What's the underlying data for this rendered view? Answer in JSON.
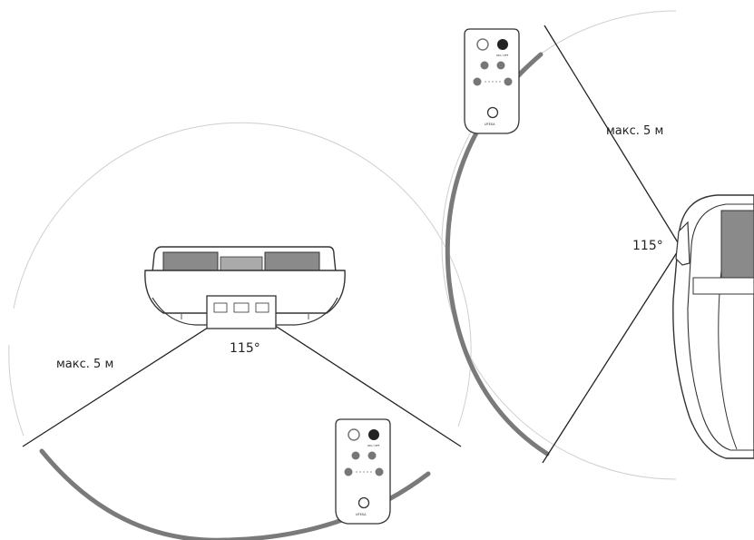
{
  "diagram": {
    "left_view": {
      "angle_label": "115°",
      "range_label": "макс. 5 м"
    },
    "right_view": {
      "angle_label": "115°",
      "range_label": "макс. 5 м"
    },
    "remote": {
      "power_button_label": "ON / OFF",
      "brand_label": "UFESA"
    }
  },
  "colors": {
    "line": "#222222",
    "arc_thick": "#7a7a7a",
    "arc_thin": "#c8c8c8",
    "outline": "#333333",
    "grille": "#555555"
  }
}
